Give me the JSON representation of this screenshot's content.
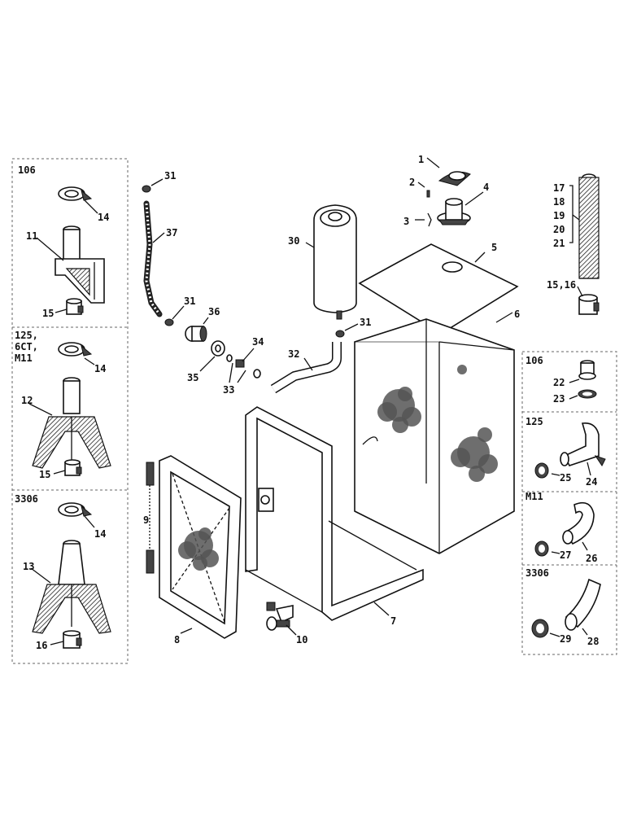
{
  "groups": {
    "left_top": "106",
    "left_mid": [
      "125,",
      "6CT,",
      "M11"
    ],
    "left_bot": "3306",
    "right_1": "106",
    "right_2": "125",
    "right_3": "M11",
    "right_4": "3306"
  },
  "parts": {
    "p1": "1",
    "p2": "2",
    "p3": "3",
    "p4": "4",
    "p5": "5",
    "p6": "6",
    "p7": "7",
    "p8": "8",
    "p9": "9",
    "p10": "10",
    "p11": "11",
    "p12": "12",
    "p13": "13",
    "p14a": "14",
    "p14b": "14",
    "p14c": "14",
    "p15a": "15",
    "p15b": "15",
    "p16": "16",
    "p15_16": "15,16",
    "p17": "17",
    "p18": "18",
    "p19": "19",
    "p20": "20",
    "p21": "21",
    "p22": "22",
    "p23": "23",
    "p24": "24",
    "p25": "25",
    "p26": "26",
    "p27": "27",
    "p28": "28",
    "p29": "29",
    "p30": "30",
    "p31a": "31",
    "p31b": "31",
    "p31c": "31",
    "p32": "32",
    "p33": "33",
    "p34": "34",
    "p35": "35",
    "p36": "36",
    "p37": "37"
  }
}
